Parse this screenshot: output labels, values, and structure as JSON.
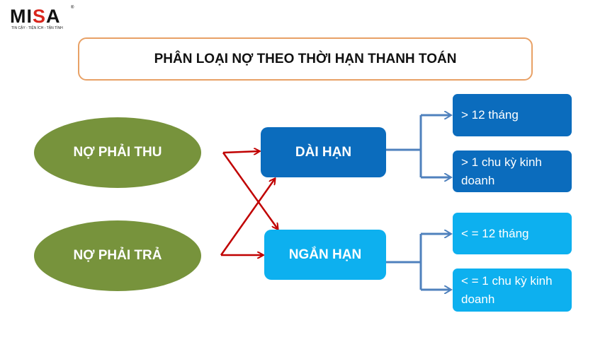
{
  "logo": {
    "brand": "MISA",
    "tagline": "TIN CẬY - TIỆN ÍCH - TẬN TÌNH",
    "registered": "®"
  },
  "title": "PHÂN LOẠI NỢ THEO THỜI HẠN THANH TOÁN",
  "sources": [
    {
      "label": "NỢ PHẢI THU"
    },
    {
      "label": "NỢ PHẢI TRẢ"
    }
  ],
  "categories": [
    {
      "label": "DÀI HẠN",
      "color": "#0b6cbd",
      "items": [
        "> 12 tháng",
        "> 1 chu kỳ kinh doanh"
      ]
    },
    {
      "label": "NGẮN HẠN",
      "color": "#0db0ef",
      "items": [
        "< = 12 tháng",
        "< = 1 chu kỳ kinh doanh"
      ]
    }
  ],
  "colors": {
    "ellipse": "#77933c",
    "arrow_red": "#c00000",
    "connector": "#4f81bd",
    "title_border": "#e8a166"
  }
}
